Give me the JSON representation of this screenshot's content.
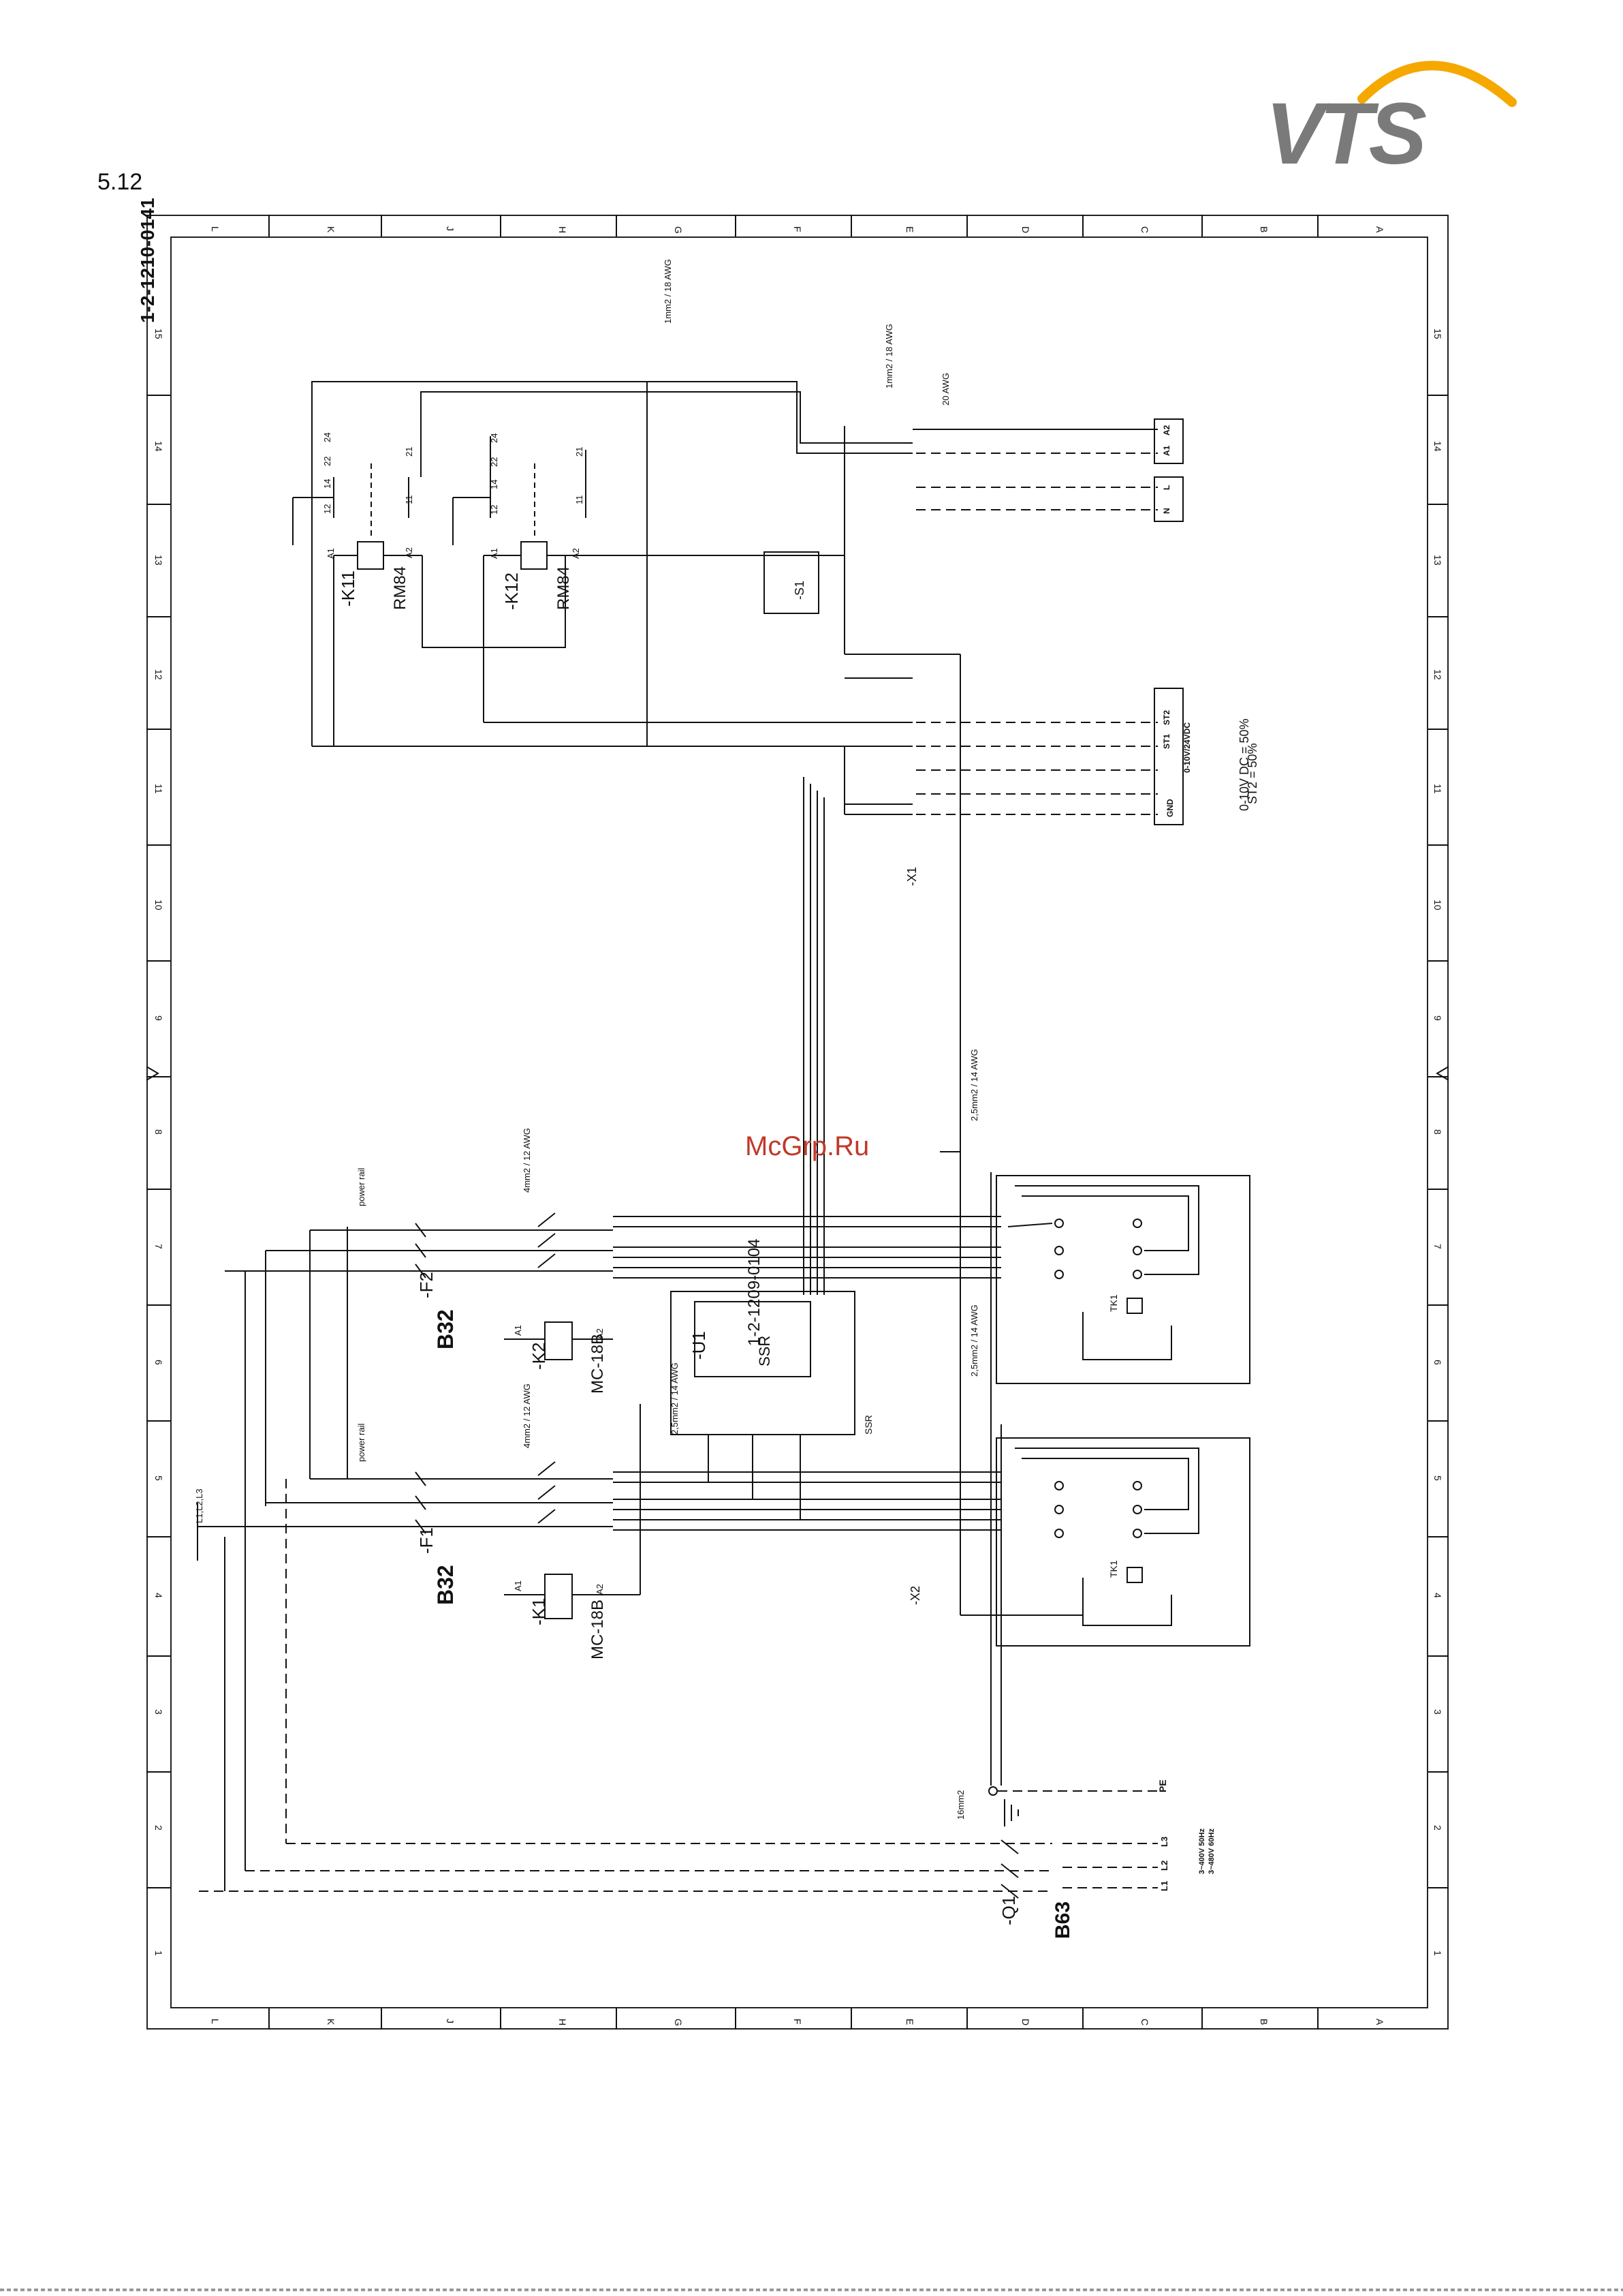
{
  "page": {
    "section_number": "5.12",
    "logo_text": "VTS",
    "watermark": "McGrp.Ru"
  },
  "frame": {
    "row_letters": [
      "L",
      "K",
      "J",
      "H",
      "G",
      "F",
      "E",
      "D",
      "C",
      "B",
      "A"
    ],
    "column_numbers": [
      "15",
      "14",
      "13",
      "12",
      "11",
      "10",
      "9",
      "8",
      "7",
      "6",
      "5",
      "4",
      "3",
      "2",
      "1"
    ]
  },
  "drawing": {
    "drawing_number": "1-2-1210-0141",
    "relays": [
      {
        "tag": "-K11",
        "type": "RM84",
        "coil": [
          "A1",
          "A2"
        ],
        "contacts": [
          "12",
          "14",
          "22",
          "24",
          "11",
          "21"
        ]
      },
      {
        "tag": "-K12",
        "type": "RM84",
        "coil": [
          "A1",
          "A2"
        ],
        "contacts": [
          "12",
          "14",
          "22",
          "24",
          "11",
          "21"
        ]
      }
    ],
    "contactors": [
      {
        "tag": "-K2",
        "type": "MC-18B",
        "coil": [
          "A1",
          "A2"
        ]
      },
      {
        "tag": "-K1",
        "type": "MC-18B",
        "coil": [
          "A1",
          "A2"
        ]
      }
    ],
    "breakers": [
      {
        "tag": "-F2",
        "rating": "B32"
      },
      {
        "tag": "-F1",
        "rating": "B32"
      },
      {
        "tag": "-Q1",
        "rating": "B63"
      }
    ],
    "ssr": {
      "tag": "-U1",
      "label": "SSR",
      "number": "1-2-1209-0104",
      "side_label": "SSR"
    },
    "thermostat": {
      "tag": "-S1"
    },
    "terminal_strips": [
      "-X1",
      "-X2"
    ],
    "wire_labels": [
      "1mm2 / 18 AWG",
      "1mm2 / 18 AWG",
      "20 AWG",
      "4mm2 / 12 AWG",
      "4mm2 / 12 AWG",
      "2,5mm2 / 14 AWG",
      "2,5mm2 / 14 AWG",
      "2,5mm2 / 14 AWG",
      "16mm2",
      "power rail",
      "power rail",
      "L1,L2,L3"
    ],
    "signal_terminals": [
      "A2",
      "A1",
      "L",
      "N",
      "ST2",
      "ST1",
      "0-10V/24VDC",
      "GND"
    ],
    "setpoint_note": [
      "0-10V DC = 50%",
      "ST2 = 50%"
    ],
    "supply": {
      "lines": [
        "L1",
        "L2",
        "L3"
      ],
      "spec": [
        "3~400V 50Hz",
        "3~480V 60Hz"
      ],
      "pe": "PE"
    },
    "heater_tags": [
      "TK1",
      "TK1"
    ],
    "colors": {
      "line": "#111111",
      "note": "#22c022",
      "watermark": "#c0392b",
      "logo_arc": "#f5a800",
      "logo_text": "#7a7a7a"
    }
  }
}
